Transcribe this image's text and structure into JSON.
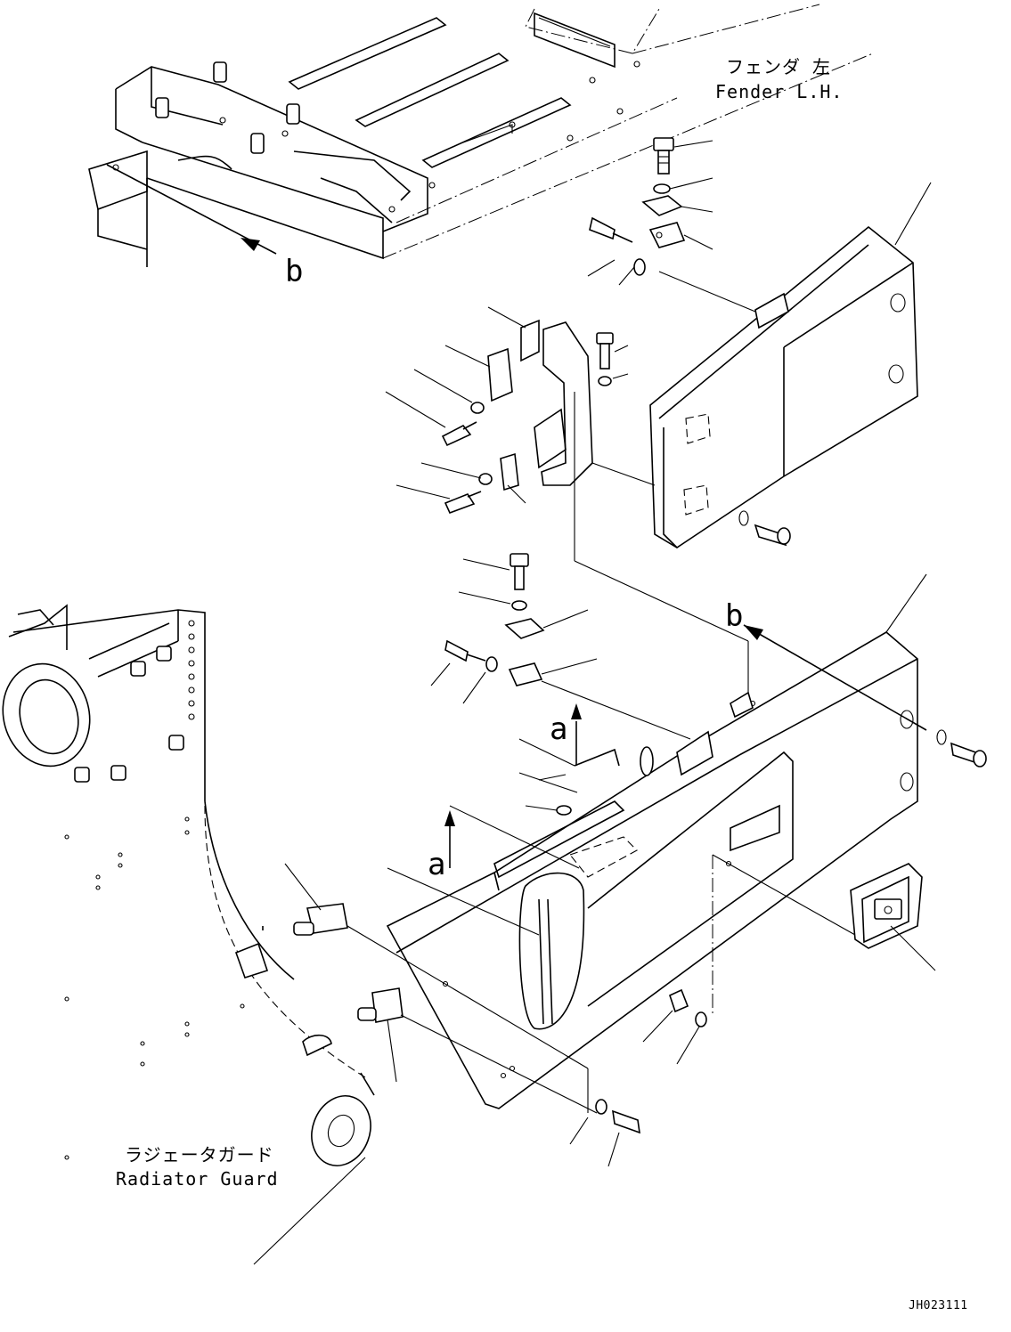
{
  "labels": {
    "fender_jp": "フェンダ 左",
    "fender_en": "Fender L.H.",
    "radiator_jp": "ラジェータガード",
    "radiator_en": "Radiator Guard"
  },
  "view_markers": {
    "b_top": "b",
    "b_right": "b",
    "a_upper": "a",
    "a_lower": "a"
  },
  "drawing_code": "JH023111"
}
